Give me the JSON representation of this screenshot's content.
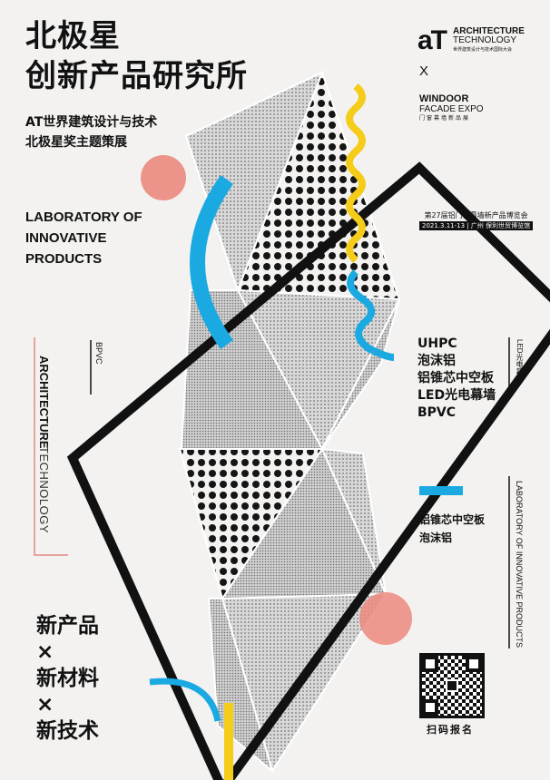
{
  "title": {
    "line1": "北极星",
    "line2": "创新产品研究所"
  },
  "subtitle": {
    "line1": "AT世界建筑设计与技术",
    "line2": "北极星奖主题策展"
  },
  "lab_title": [
    "LABORATORY OF",
    "INNOVATIVE",
    "PRODUCTS"
  ],
  "left_vertical": {
    "bold": "ARCHITECTURE",
    "light": "TECHNOLOGY",
    "bpvc": "BPVC"
  },
  "bottom_left": [
    "新产品",
    "×",
    "新材料",
    "×",
    "新技术"
  ],
  "logo": {
    "mark": "aT",
    "name1": "ARCHITECTURE",
    "name2": "TECHNOLOGY",
    "cn": "世界建筑设计与技术国际大会"
  },
  "cross": "X",
  "windoor": {
    "name1": "WINDOOR",
    "name2": "FACADE EXPO",
    "cn": "门窗幕墙新品展"
  },
  "expo": {
    "title": "第27届铝门窗幕墙新产品博览会",
    "info": "2021.3.11-13 | 广州 保利世贸博览馆"
  },
  "materials": [
    "UHPC",
    "泡沫铝",
    "铝锥芯中空板",
    "LED光电幕墙",
    "BPVC"
  ],
  "right_vertical": {
    "led": "LED光电幕墙",
    "lab": "LABORATORY OF INNOVATIVE PRODUCTS"
  },
  "materials2": [
    "铝锥芯中空板",
    "泡沫铝"
  ],
  "qr": {
    "label": "扫码报名"
  },
  "colors": {
    "blue": "#1aa9e1",
    "yellow": "#f5cc1a",
    "coral": "#ec8a7e",
    "black": "#111111"
  }
}
